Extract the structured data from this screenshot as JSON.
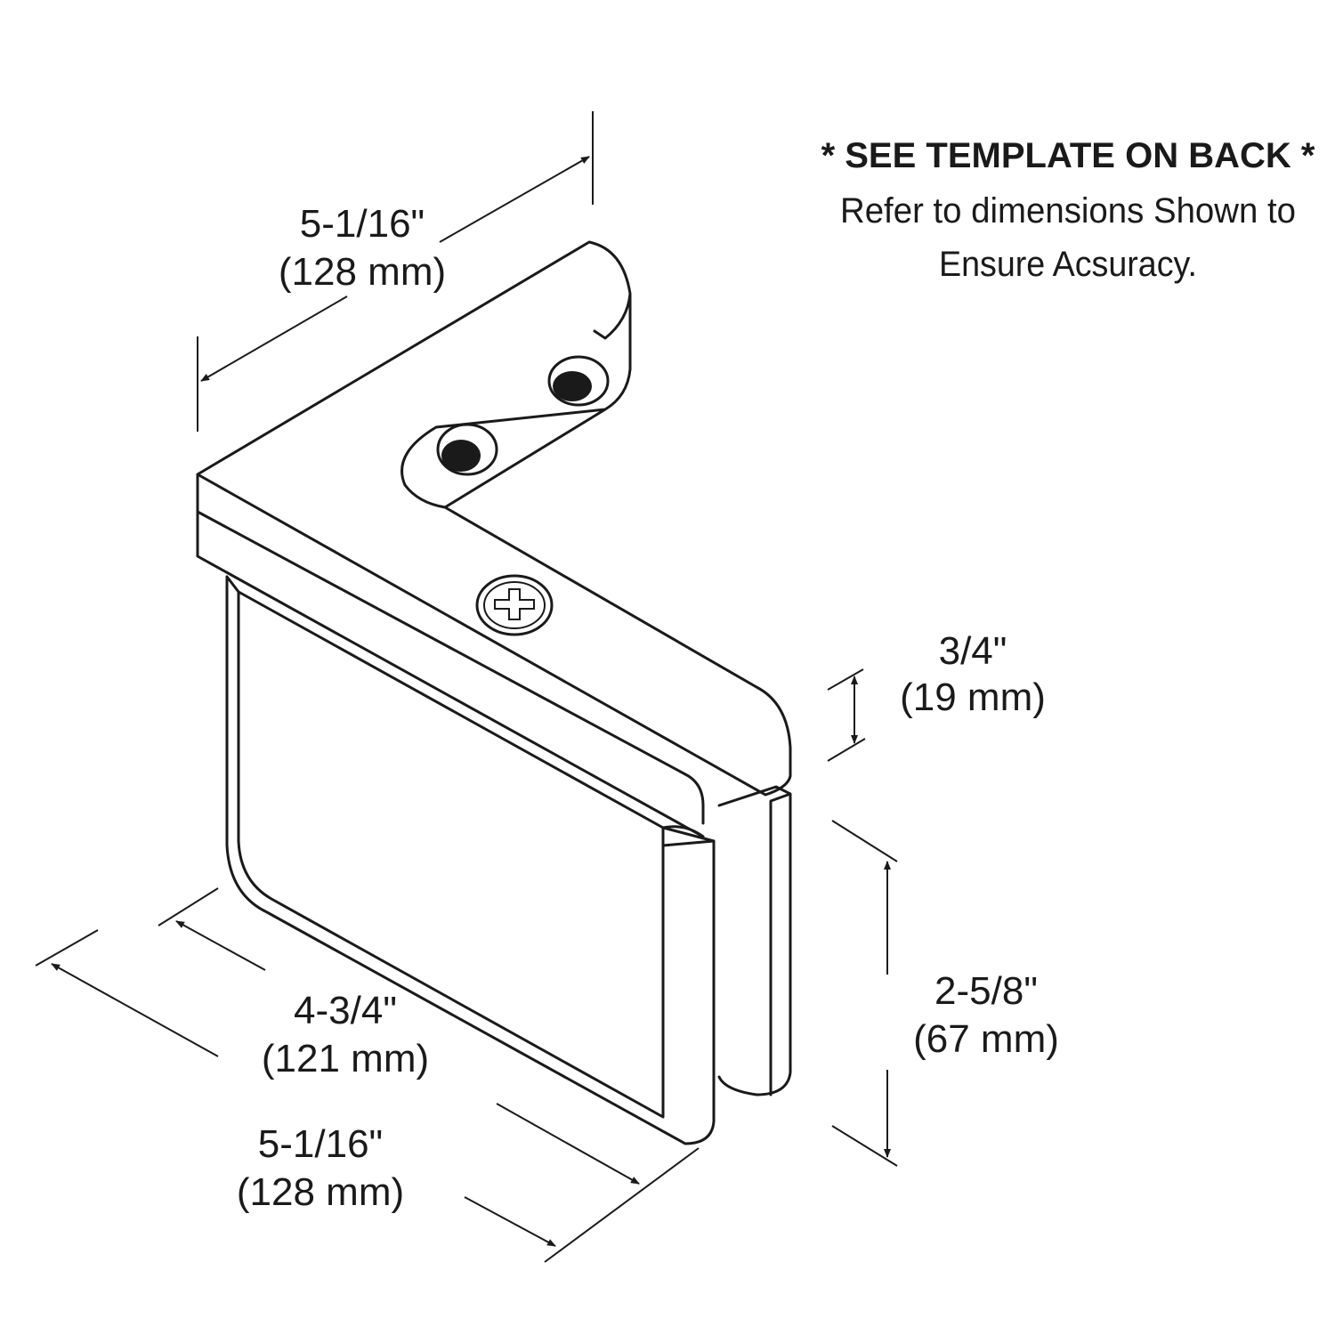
{
  "note": {
    "heading": "* SEE TEMPLATE ON BACK *",
    "line1": "Refer to dimensions Shown to",
    "line2": "Ensure Acsuracy."
  },
  "dimensions": {
    "top_length": {
      "imperial": "5-1/16\"",
      "metric": "(128 mm)"
    },
    "thickness": {
      "imperial": "3/4\"",
      "metric": "(19 mm)"
    },
    "height": {
      "imperial": "2-5/8\"",
      "metric": "(67 mm)"
    },
    "inner_length": {
      "imperial": "4-3/4\"",
      "metric": "(121 mm)"
    },
    "bottom_length": {
      "imperial": "5-1/16\"",
      "metric": "(128 mm)"
    }
  }
}
